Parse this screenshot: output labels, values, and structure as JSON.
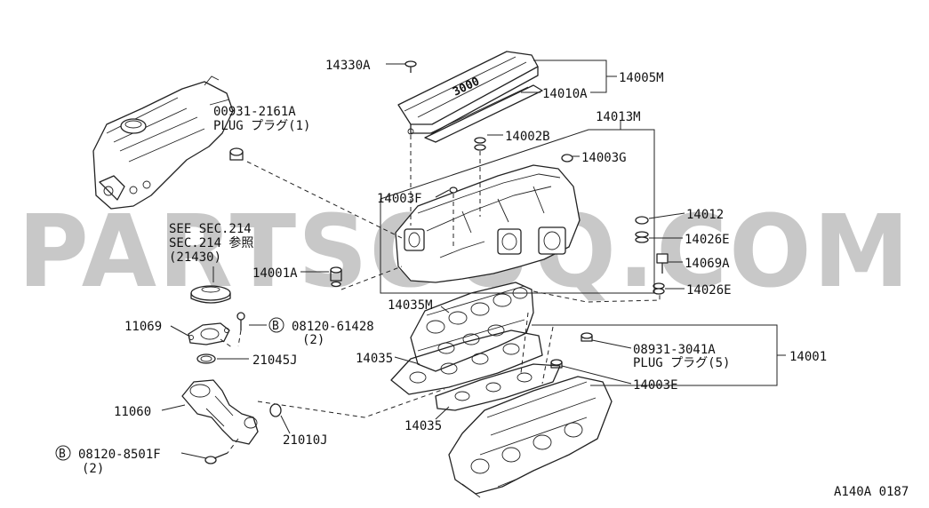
{
  "watermark": "PARTSOUQ.COM",
  "engine_badge": "3000",
  "labels": {
    "p14330A": "14330A",
    "p14005M": "14005M",
    "p14010A": "14010A",
    "p14013M": "14013M",
    "p14002B": "14002B",
    "p14003G": "14003G",
    "p14003F": "14003F",
    "p00931_2161A": "00931-2161A",
    "plug1": "PLUG プラグ(1)",
    "see_sec": "SEE SEC.214",
    "sec_ref": "SEC.214 参照",
    "ref21430": "(21430)",
    "p14001A": "14001A",
    "p14012": "14012",
    "p14026E_1": "14026E",
    "p14069A": "14069A",
    "p14026E_2": "14026E",
    "p14035M": "14035M",
    "p11069": "11069",
    "bolt_08120_61428": "08120-61428",
    "qty2_a": "(2)",
    "circle_b": "B",
    "p21045J": "21045J",
    "p14035_1": "14035",
    "p08931_3041A": "08931-3041A",
    "plug5": "PLUG プラグ(5)",
    "p14001": "14001",
    "p14003E": "14003E",
    "p14035_2": "14035",
    "p11060": "11060",
    "p21010J": "21010J",
    "bolt_08120_8501F": "08120-8501F",
    "qty2_b": "(2)",
    "diagram_code": "A140A 0187"
  }
}
